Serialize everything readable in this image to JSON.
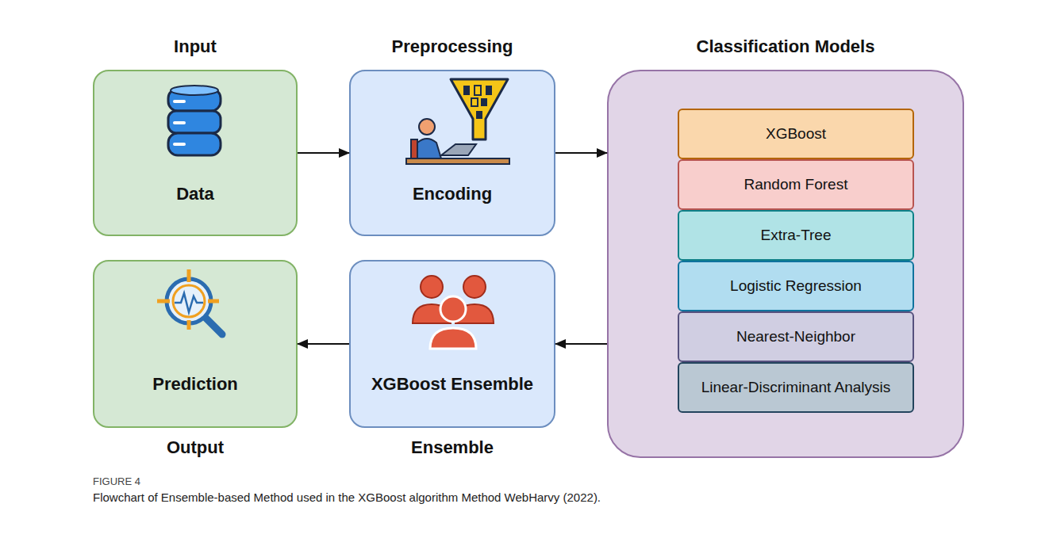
{
  "diagram": {
    "caption": "Flowchart of Ensemble-based Method used in the XGBoost algorithm Method WebHarvy (2022).",
    "nodes": [
      {
        "text": [
          "Input",
          "Data"
        ]
      },
      {
        "text": [
          "Preprocessing",
          "Encoding"
        ]
      },
      {
        "text": [
          "Classification Models"
        ]
      },
      {
        "text": [
          "XGBoost"
        ],
        "in": 2
      },
      {
        "text": [
          "Random Forest"
        ],
        "in": 2
      },
      {
        "text": [
          "Extra-Tree"
        ],
        "in": 2
      },
      {
        "text": [
          "Logistic Regression"
        ],
        "in": 2
      },
      {
        "text": [
          "Nearest-Neighbor"
        ],
        "in": 2
      },
      {
        "text": [
          "Linear-Discriminant Analysis"
        ],
        "in": 2
      },
      {
        "text": [
          "XGBoost Ensemble",
          "Ensemble"
        ]
      },
      {
        "text": [
          "Prediction",
          "Output"
        ]
      }
    ],
    "edges": [
      {
        "from": 0,
        "to": 1,
        "arrow": "to"
      },
      {
        "from": 1,
        "to": 2,
        "arrow": "to"
      },
      {
        "from": 2,
        "to": 9,
        "arrow": "to"
      },
      {
        "from": 9,
        "to": 10,
        "arrow": "to"
      }
    ],
    "labels": [
      "FIGURE 4"
    ]
  }
}
